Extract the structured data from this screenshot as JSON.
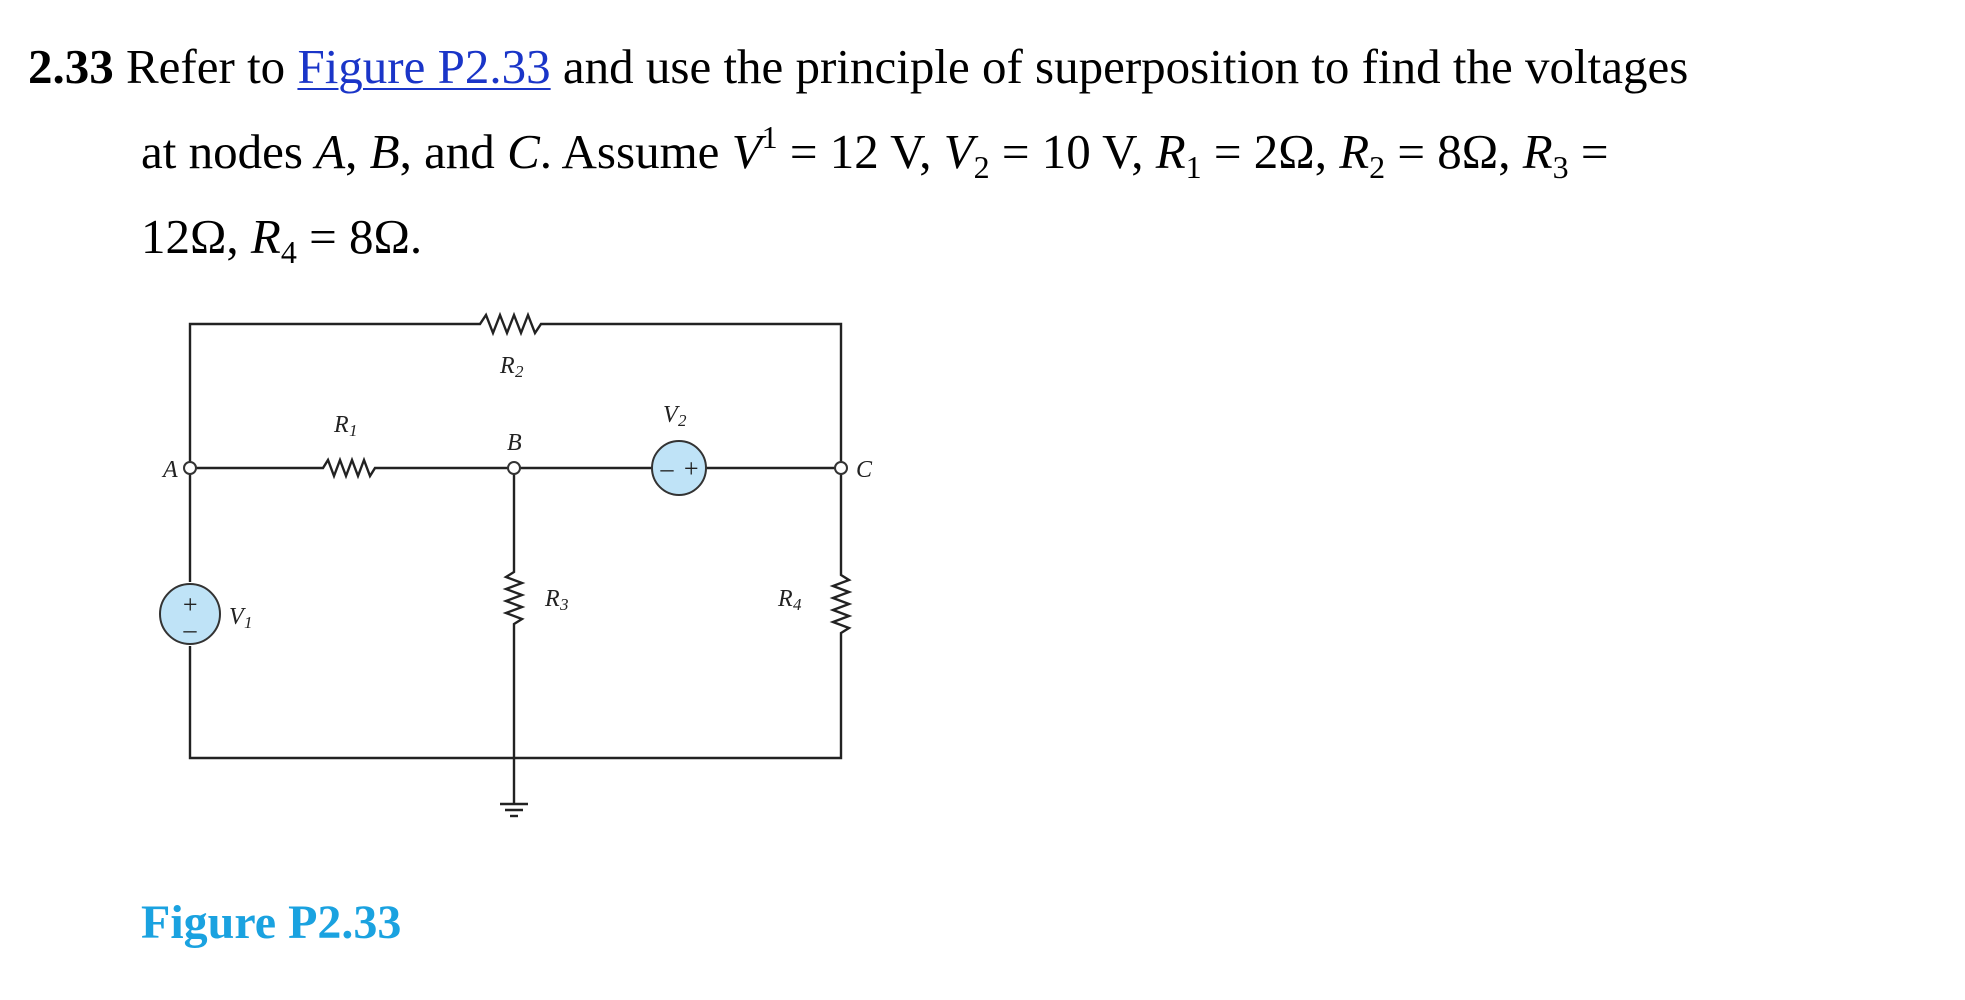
{
  "problem": {
    "number": "2.33",
    "text_before_link": "Refer to",
    "link_text": "Figure P2.33",
    "text_after_link": "and use the principle of superposition to find the voltages",
    "line2": {
      "prefix": "at nodes",
      "node_a": "A",
      "sep1": ",",
      "node_b": "B",
      "sep2": ", and",
      "node_c": "C",
      "sep3": ". Assume",
      "v1_sym": "V",
      "v1_sup": "1",
      "v1_val": "= 12 V,",
      "v2_sym": "V",
      "v2_sub": "2",
      "v2_val": "= 10 V,",
      "r1_sym": "R",
      "r1_sub": "1",
      "r1_val": "= 2Ω,",
      "r2_sym": "R",
      "r2_sub": "2",
      "r2_val": "= 8Ω,",
      "r3_sym": "R",
      "r3_sub": "3",
      "r3_eq": "="
    },
    "line3": {
      "r3_value": "12Ω,",
      "r4_sym": "R",
      "r4_sub": "4",
      "r4_val": "= 8Ω."
    }
  },
  "figure": {
    "caption": "Figure P2.33",
    "labels": {
      "r1": "R",
      "r1_sub": "1",
      "r2": "R",
      "r2_sub": "2",
      "r3": "R",
      "r3_sub": "3",
      "r4": "R",
      "r4_sub": "4",
      "v1": "V",
      "v1_sub": "1",
      "v2": "V",
      "v2_sub": "2",
      "node_a": "A",
      "node_b": "B",
      "node_c": "C",
      "v1_plus": "+",
      "v1_minus": "–",
      "v2_plus": "+",
      "v2_minus": "–"
    },
    "colors": {
      "source_fill": "#bfe3f7",
      "caption": "#1aa2e0",
      "link": "#1a35c8"
    }
  }
}
